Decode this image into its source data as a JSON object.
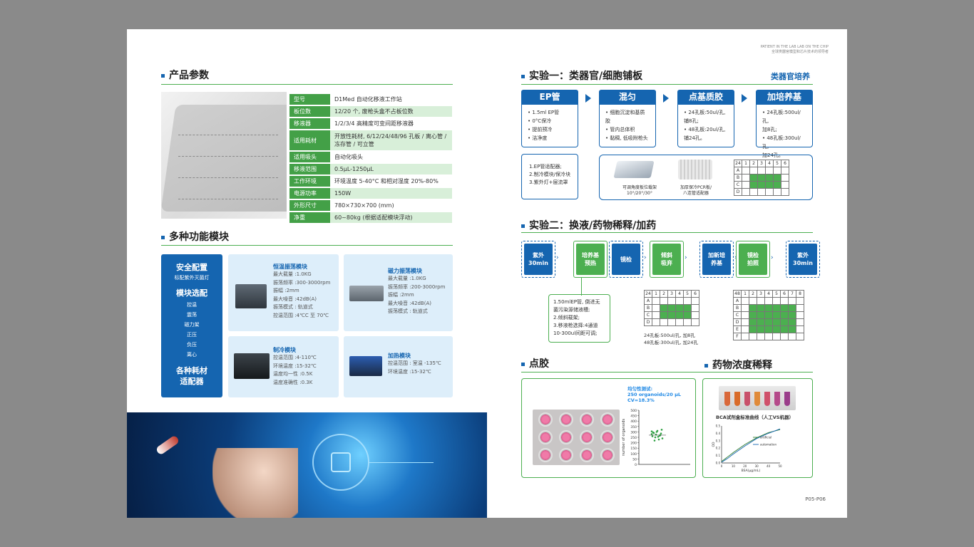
{
  "left": {
    "params_title": "产品参数",
    "params": [
      {
        "k": "型号",
        "v": "D1Med 自动化移液工作站"
      },
      {
        "k": "板位数",
        "v": "12/20 个, 废枪头盒不占板位数"
      },
      {
        "k": "移液器",
        "v": "1/2/3/4 高精度可变间距移液器"
      },
      {
        "k": "适用耗材",
        "v": "开放性耗材, 6/12/24/48/96 孔板 / 离心管 / 冻存管 / 可立管"
      },
      {
        "k": "适用吸头",
        "v": "自动化吸头"
      },
      {
        "k": "移液范围",
        "v": "0.5μL-1250μL"
      },
      {
        "k": "工作环境",
        "v": "环境温度 5-40°C 和相对湿度 20%-80%"
      },
      {
        "k": "电源功率",
        "v": "150W"
      },
      {
        "k": "外形尺寸",
        "v": "780×730×700 (mm)"
      },
      {
        "k": "净重",
        "v": "60~80kg (根据适配模块浮动)"
      }
    ],
    "modules_title": "多种功能模块",
    "side": {
      "t1": "安全配置",
      "s1": "标配紫外灭菌灯",
      "t2": "模块选配",
      "opts": [
        "控温",
        "震荡",
        "磁力架",
        "正压",
        "负压",
        "离心"
      ],
      "t3a": "各种耗材",
      "t3b": "适配器"
    },
    "modules": [
      {
        "title": "恒温振荡模块",
        "lines": [
          "最大载量 :1.0KG",
          "振荡频率 :300-3000rpm",
          "振幅 :2mm",
          "最大噪音 :42dB(A)",
          "振荡模式 : 轨道式",
          "控温范围 :4℃C 至 70℃"
        ]
      },
      {
        "title": "磁力振荡模块",
        "lines": [
          "最大载量 :1.0KG",
          "振荡频率 :200-3000rpm",
          "振幅 :2mm",
          "最大噪音 :42dB(A)",
          "振荡模式 : 轨道式"
        ]
      },
      {
        "title": "制冷模块",
        "lines": [
          "控温范围 :4-110℃",
          "环境温度 :15-32℃",
          "温度均一性 :0.5K",
          "温度准确性 :0.3K"
        ]
      },
      {
        "title": "加热模块",
        "lines": [
          "控温范围 : 室温 -135℃",
          "环境温度 :15-32℃"
        ]
      }
    ]
  },
  "right": {
    "header_en": "PATIENT IN THE LAB LAB ON THE CHIP",
    "header_cn": "全球类器官模型和芯片技术的领导者",
    "exp1_title": "实验一：类器官/细胞铺板",
    "exp1_tag": "类器官培养",
    "steps": [
      {
        "title": "EP管",
        "lines": [
          "• 1.5ml EP管",
          "• 0°C保冷",
          "• 提前预冷",
          "• 洁净度"
        ]
      },
      {
        "title": "混匀",
        "lines": [
          "• 细胞沉淀和基质胶",
          "• 管内总体积",
          "• 黏稠, 低吸附枪头"
        ]
      },
      {
        "title": "点基质胶",
        "lines": [
          "• 24孔板:50ul/孔,",
          "  铺8孔;",
          "• 48孔板:20ul/孔,",
          "  铺24孔。"
        ]
      },
      {
        "title": "加培养基",
        "lines": [
          "• 24孔板:500ul/孔,",
          "  加8孔;",
          "• 48孔板:300ul/孔,",
          "  加24孔。"
        ]
      }
    ],
    "exp1_notes": [
      "1.EP管适配器;",
      "2.制冷模块/保冷块",
      "3.紫外灯+层流罩"
    ],
    "rack_label_a": "可调角度板位载架",
    "rack_label_b": "10°/20°/30°",
    "pcr_label_a": "加厚保冷PCR板/",
    "pcr_label_b": "八连管适配器",
    "grid24_head": [
      "24",
      "1",
      "2",
      "3",
      "4",
      "5",
      "6"
    ],
    "grid24_rows": [
      "A",
      "B",
      "C",
      "D"
    ],
    "exp2_title": "实验二：换液/药物稀释/加药",
    "flow": [
      {
        "a": "紫外",
        "b": "30min"
      },
      {
        "a": "培养基",
        "b": "预热"
      },
      {
        "a": "镜检",
        "b": ""
      },
      {
        "a": "倾斜",
        "b": "吸弃"
      },
      {
        "a": "加新培",
        "b": "养基"
      },
      {
        "a": "镜检",
        "b": "拍照"
      },
      {
        "a": "紫外",
        "b": "30min"
      }
    ],
    "flow_note": [
      "1.50mlEP管, 倒进无",
      "菌污染源储液槽;",
      "2.倾斜载架;",
      "3.移液枪选择:4通道",
      "10-300ul间距可调;"
    ],
    "grid48_head": [
      "48",
      "1",
      "2",
      "3",
      "4",
      "5",
      "6",
      "7",
      "8"
    ],
    "grid48_rows": [
      "A",
      "B",
      "C",
      "D",
      "E",
      "F"
    ],
    "grid_note": [
      "24孔板:500ul/孔, 加8孔",
      "48孔板:300ul/孔, 加24孔"
    ],
    "dot_title": "点胶",
    "dot_stat": [
      "均匀性测试:",
      "250 organoids/20 μL",
      "CV=18.3%"
    ],
    "dot_ylabel": "number of organoids",
    "dot_yticks": [
      "500",
      "450",
      "400",
      "350",
      "300",
      "250",
      "200",
      "150",
      "100",
      "50",
      "0"
    ],
    "drug_title": "药物浓度稀释",
    "bca_title": "BCA试剂盒标准曲线（人工VS机器）",
    "bca_series": [
      "artificial",
      "automation"
    ],
    "bca_xlabel": "BSA(μg/mL)",
    "bca_ylabel": "OD",
    "bca_xticks": [
      "0",
      "10",
      "20",
      "30",
      "40",
      "50"
    ],
    "bca_yticks": [
      "0.5",
      "0.4",
      "0.3",
      "0.2",
      "0.1",
      "0.0"
    ],
    "footer": "P05-P06"
  },
  "colors": {
    "blue": "#1565b0",
    "green": "#4caf50",
    "light_green": "#d8efd9",
    "light_blue": "#ddeefa"
  }
}
